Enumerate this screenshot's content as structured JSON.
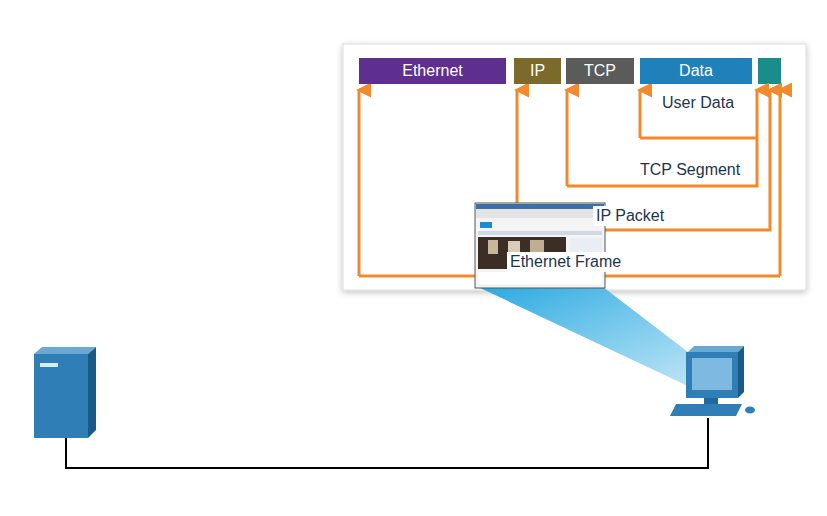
{
  "diagram": {
    "nodes": [
      {
        "text": [
          "Ethernet"
        ]
      },
      {
        "text": [
          "IP"
        ]
      },
      {
        "text": [
          "TCP"
        ]
      },
      {
        "text": [
          "Data"
        ]
      }
    ],
    "labels": [
      "User Data",
      "TCP Segment",
      "IP Packet",
      "Ethernet Frame"
    ]
  }
}
